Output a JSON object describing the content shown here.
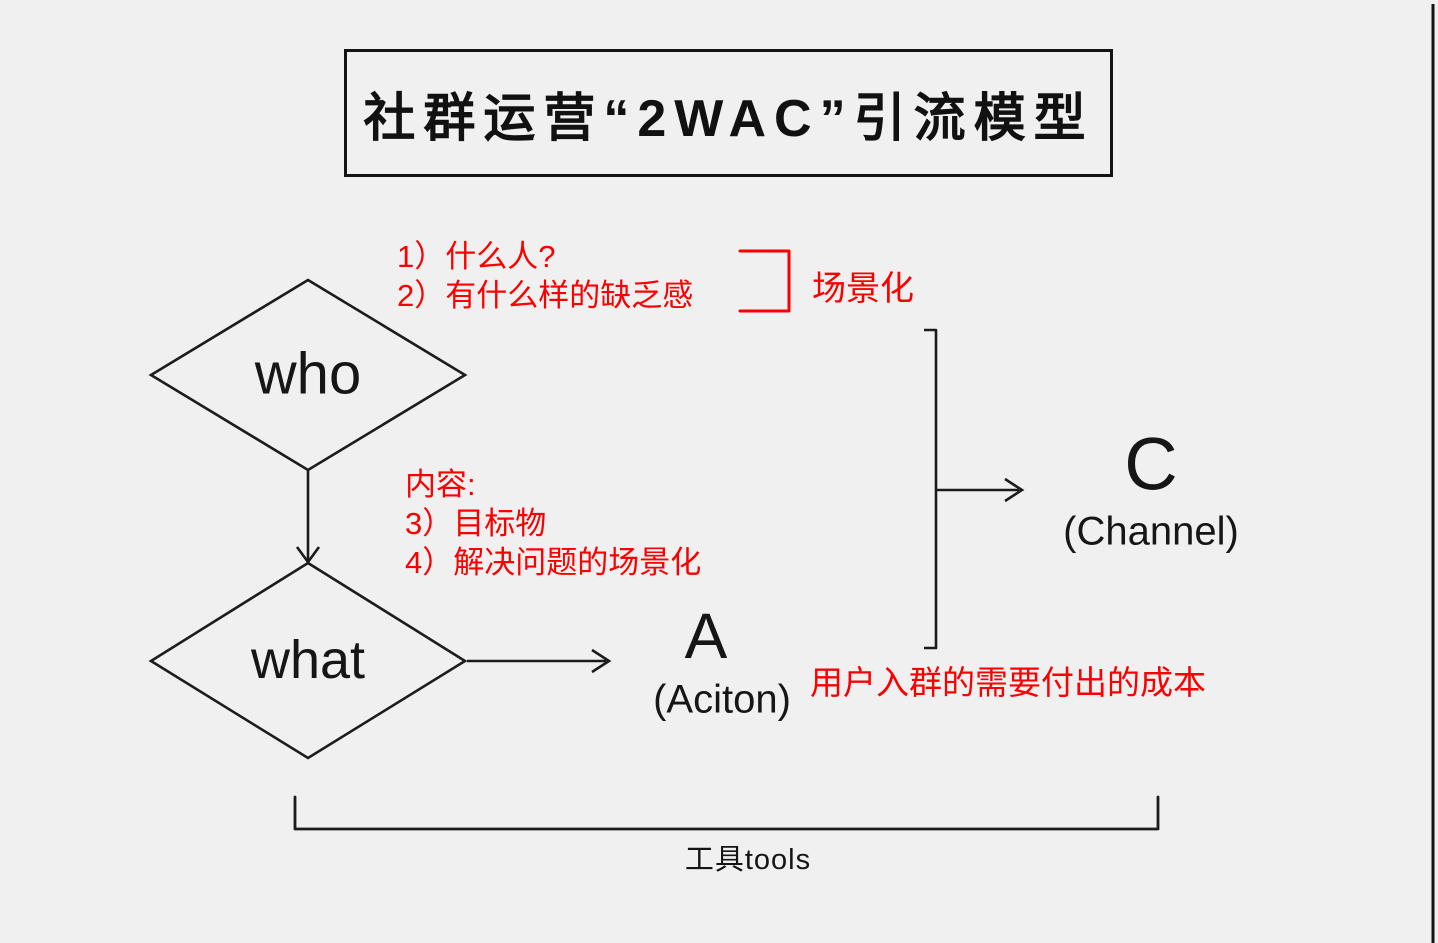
{
  "colors": {
    "background": "#f0f0f0",
    "red": "#fa0000",
    "ink": "#161616"
  },
  "title": "社群运营“2WAC”引流模型",
  "who": {
    "label": "who",
    "annotations": [
      "1）什么人?",
      "2）有什么样的缺乏感"
    ],
    "bracket_label": "场景化"
  },
  "what": {
    "label": "what",
    "annotations": [
      "内容:",
      "3）目标物",
      "4）解决问题的场景化"
    ]
  },
  "action": {
    "letter": "A",
    "caption": "(Aciton)",
    "annotation": "用户入群的需要付出的成本"
  },
  "channel": {
    "letter": "C",
    "caption": "(Channel)"
  },
  "tools_label": "工具tools"
}
